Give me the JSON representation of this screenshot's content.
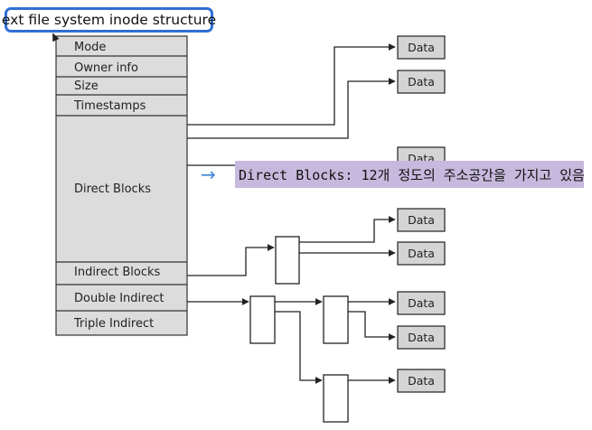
{
  "title": "ext file system inode structure",
  "inode_fields": [
    "Mode",
    "Owner info",
    "Size",
    "Timestamps",
    "Direct Blocks",
    "Indirect Blocks",
    "Double Indirect",
    "Triple Indirect"
  ],
  "data_label": "Data",
  "annotation": {
    "arrow_glyph": "→",
    "text": "Direct Blocks: 12개 정도의 주소공간을 가지고 있음"
  },
  "colors": {
    "inode_fill": "#dcdcdc",
    "data_fill": "#d4d4d4",
    "title_border": "#2f6fd6",
    "annotation_bg": "#c7b9dd",
    "annotation_arrow": "#3f86d9",
    "line": "#222222"
  }
}
